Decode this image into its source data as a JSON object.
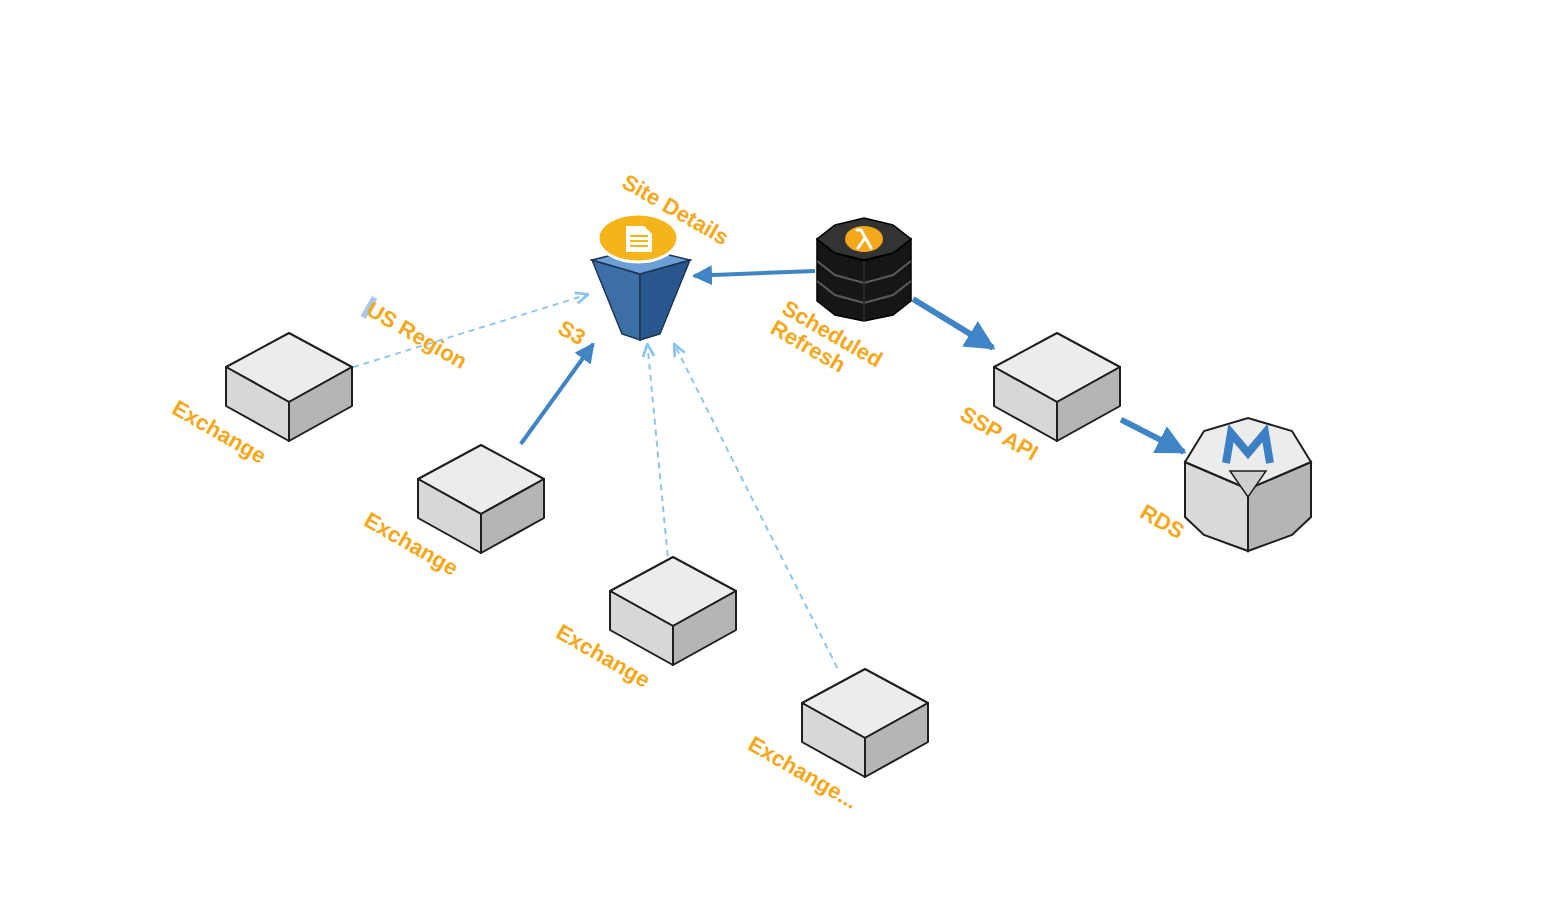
{
  "diagram": {
    "nodes": [
      {
        "text": [
          "US Region"
        ]
      },
      {
        "text": [
          "Exchange"
        ],
        "in": 0
      },
      {
        "text": [
          "Exchange"
        ],
        "in": 0
      },
      {
        "text": [
          "Exchange"
        ],
        "in": 0
      },
      {
        "text": [
          "Exchange..."
        ],
        "in": 0
      },
      {
        "text": [
          "Site Details",
          "S3"
        ]
      },
      {
        "text": [
          "Scheduled Refresh"
        ]
      },
      {
        "text": [
          "SSP API"
        ]
      },
      {
        "text": [
          "RDS"
        ]
      }
    ],
    "edges": [
      {
        "from": 1,
        "to": 5,
        "arrow": "to"
      },
      {
        "from": 2,
        "to": 5,
        "arrow": "to"
      },
      {
        "from": 3,
        "to": 5,
        "arrow": "to"
      },
      {
        "from": 4,
        "to": 5,
        "arrow": "to"
      },
      {
        "from": 6,
        "to": 5,
        "arrow": "to"
      },
      {
        "from": 6,
        "to": 7,
        "arrow": "to"
      },
      {
        "from": 7,
        "to": 8,
        "arrow": "to"
      }
    ]
  }
}
